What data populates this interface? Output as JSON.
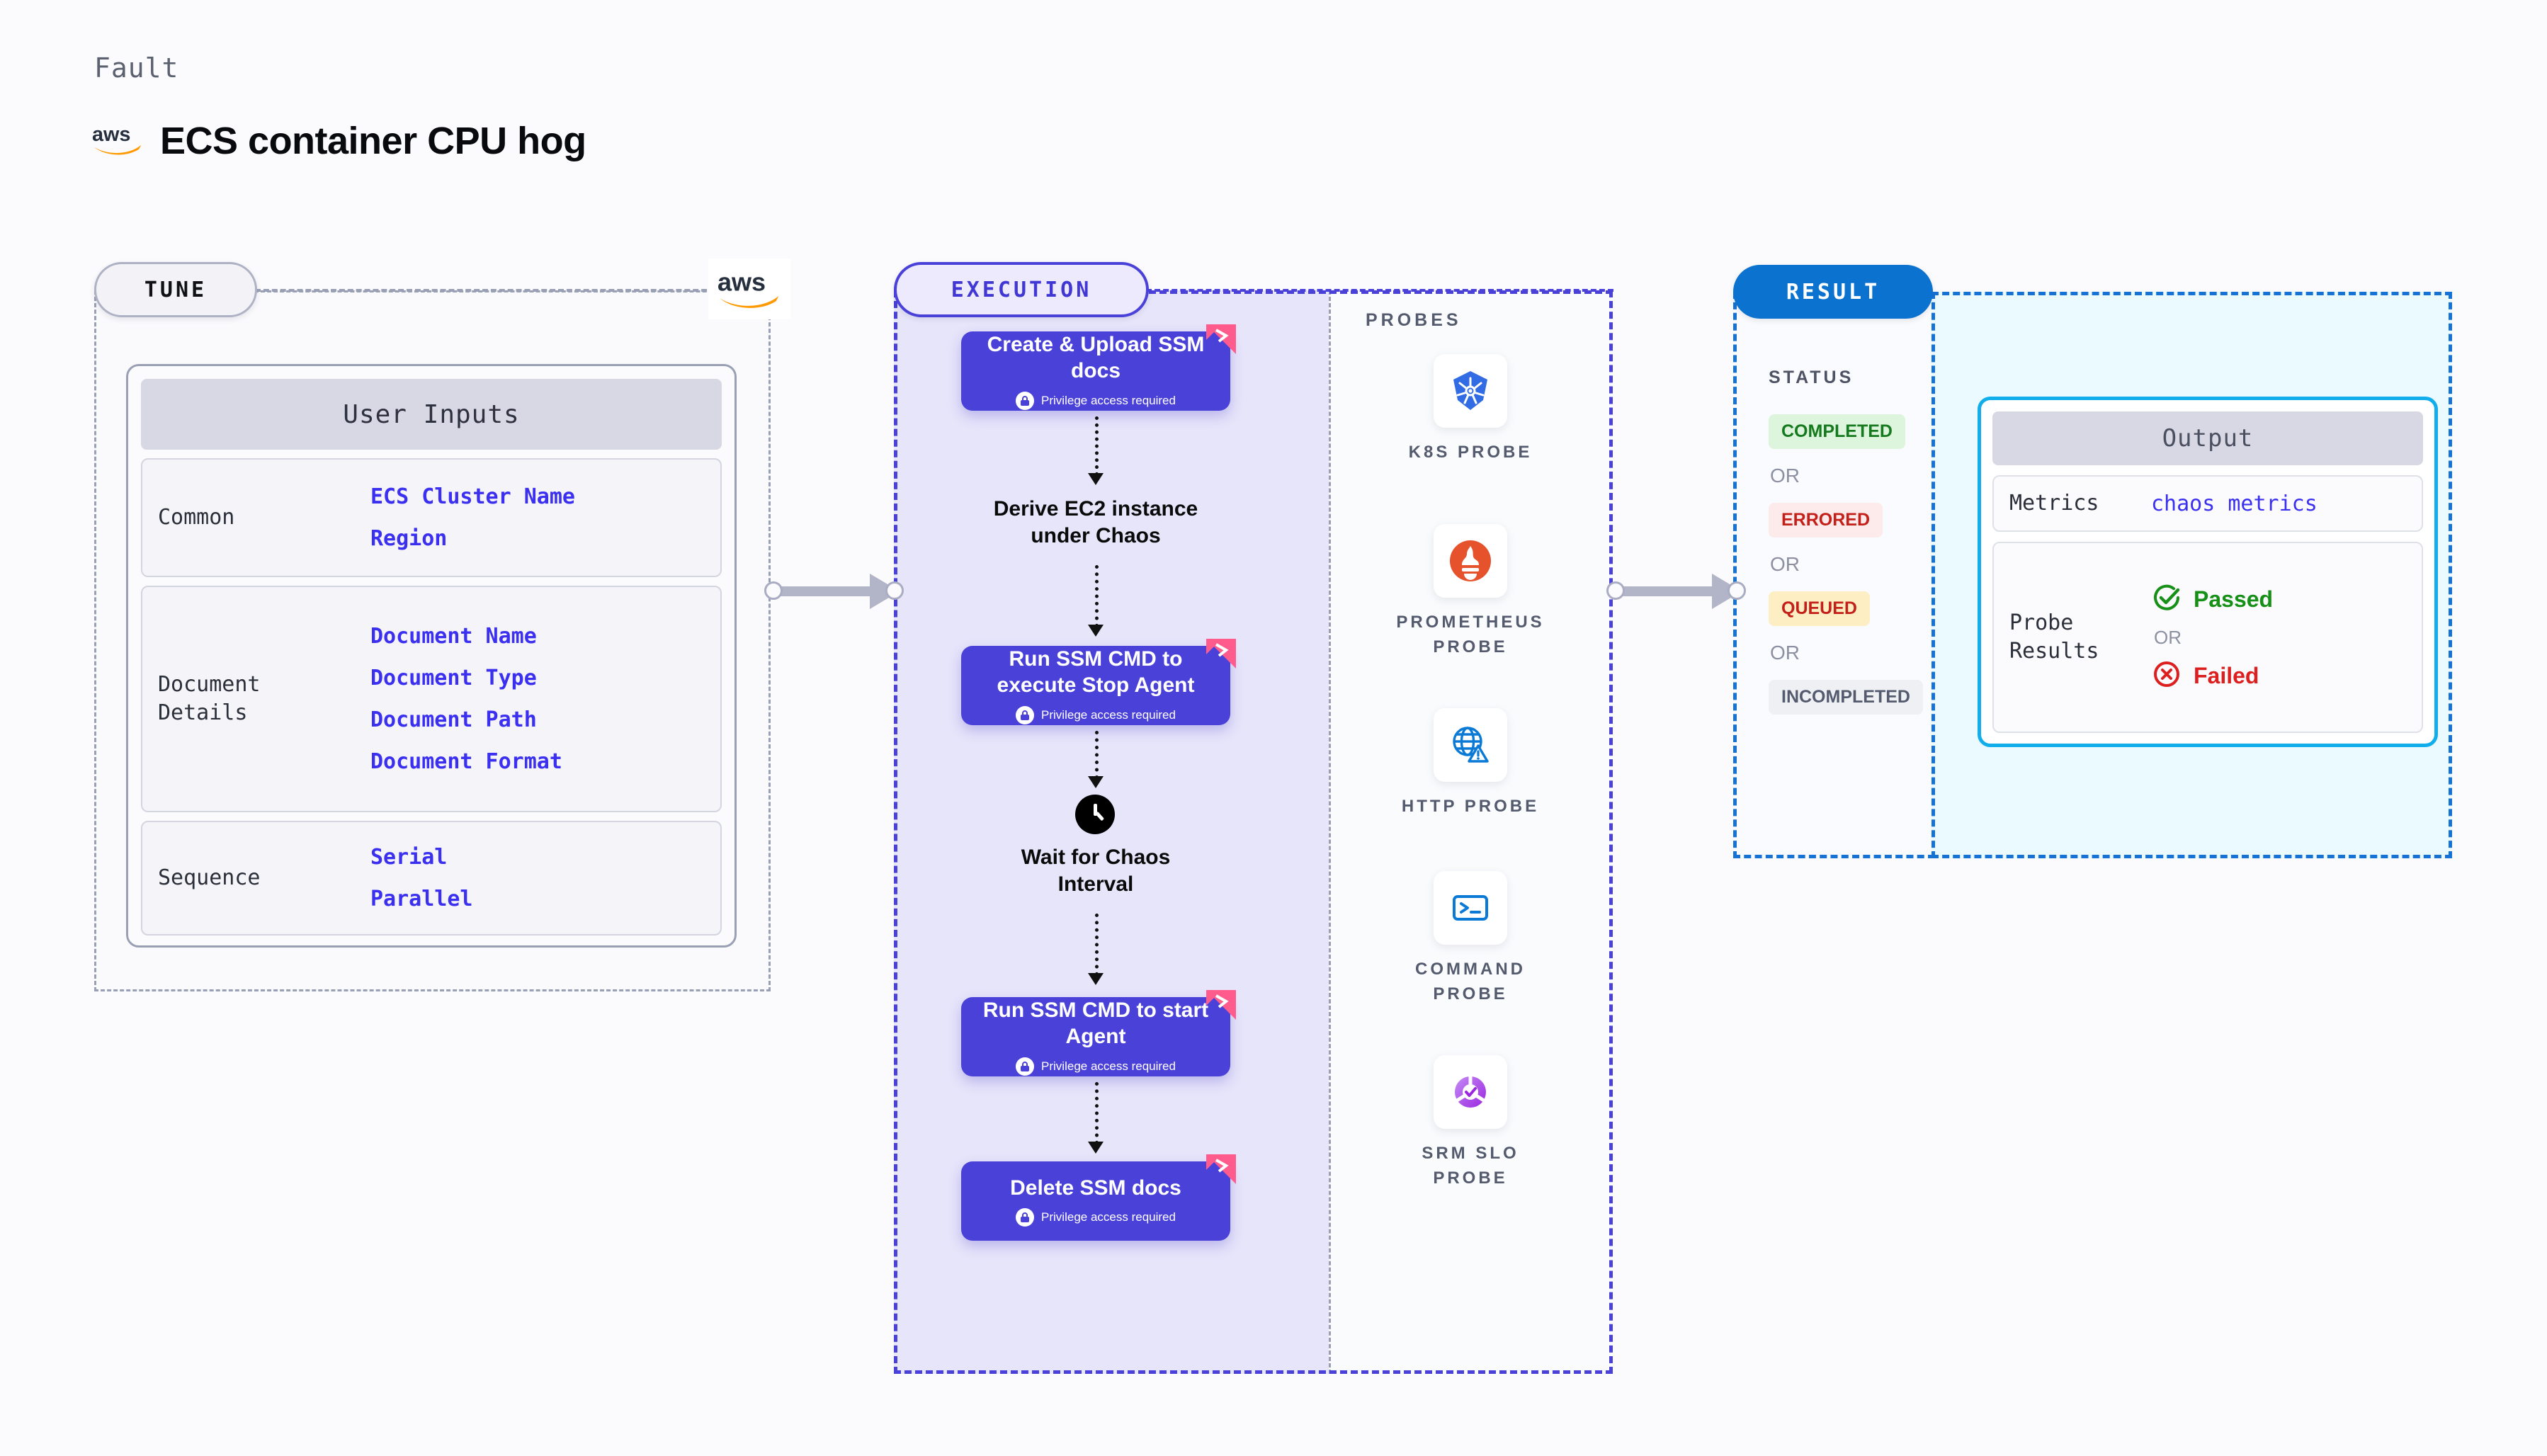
{
  "header": {
    "eyebrow": "Fault",
    "title": "ECS container CPU hog",
    "provider_icon": "aws-logo"
  },
  "tune": {
    "pill_label": "TUNE",
    "provider_icon": "aws-logo",
    "card_title": "User Inputs",
    "groups": [
      {
        "label": "Common",
        "values": [
          "ECS Cluster Name",
          "Region"
        ]
      },
      {
        "label": "Document\nDetails",
        "values": [
          "Document Name",
          "Document Type",
          "Document Path",
          "Document Format"
        ]
      },
      {
        "label": "Sequence",
        "values": [
          "Serial",
          "Parallel"
        ]
      }
    ]
  },
  "execution": {
    "pill_label": "EXECUTION",
    "privilege_note": "Privilege access required",
    "steps": [
      {
        "type": "box",
        "title": "Create & Upload SSM docs",
        "privileged": true,
        "litmus_flag": true
      },
      {
        "type": "plain",
        "title": "Derive EC2 instance under Chaos"
      },
      {
        "type": "box",
        "title": "Run SSM CMD to execute Stop Agent",
        "privileged": true,
        "litmus_flag": true
      },
      {
        "type": "clock",
        "title": "Wait for Chaos Interval"
      },
      {
        "type": "box",
        "title": "Run SSM CMD to start Agent",
        "privileged": true,
        "litmus_flag": true
      },
      {
        "type": "box",
        "title": "Delete SSM docs",
        "privileged": true,
        "litmus_flag": true
      }
    ]
  },
  "probes": {
    "title": "PROBES",
    "items": [
      {
        "label": "K8S PROBE",
        "icon": "kubernetes-icon"
      },
      {
        "label": "PROMETHEUS PROBE",
        "icon": "prometheus-icon"
      },
      {
        "label": "HTTP PROBE",
        "icon": "http-globe-icon"
      },
      {
        "label": "COMMAND PROBE",
        "icon": "terminal-icon"
      },
      {
        "label": "SRM SLO PROBE",
        "icon": "srm-slo-icon"
      }
    ]
  },
  "result": {
    "pill_label": "RESULT",
    "status_title": "STATUS",
    "or_label": "OR",
    "statuses": [
      {
        "label": "COMPLETED",
        "color": "#157a1d",
        "bg": "#dcf5dc"
      },
      {
        "label": "ERRORED",
        "color": "#c4201a",
        "bg": "#fdeaea"
      },
      {
        "label": "QUEUED",
        "color": "#c4201a",
        "bg": "#fdeec3"
      },
      {
        "label": "INCOMPLETED",
        "color": "#555b6e",
        "bg": "#eef0f4"
      }
    ]
  },
  "output": {
    "card_title": "Output",
    "metrics_label": "Metrics",
    "metrics_value": "chaos metrics",
    "probe_results_label": "Probe Results",
    "or_label": "OR",
    "passed_label": "Passed",
    "failed_label": "Failed",
    "passed_icon": "check-circle-icon",
    "failed_icon": "x-circle-icon"
  },
  "colors": {
    "accent_purple": "#4a41d9",
    "accent_blue": "#1672d3",
    "output_border": "#12adeb",
    "litmus_pink": "#ff5c8d",
    "aws_orange": "#ff9900"
  }
}
